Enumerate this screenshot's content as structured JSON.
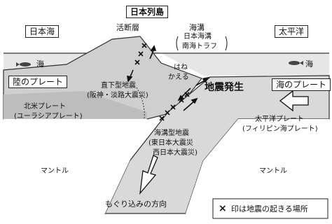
{
  "labels": {
    "japan_islands": "日本列島",
    "sea_of_japan": "日本海",
    "pacific_ocean": "太平洋",
    "active_fault": "活断層",
    "trench_title": "海溝",
    "trench_names_1": "日本海溝",
    "trench_names_2": "南海トラフ",
    "sea_left": "海",
    "sea_right": "海",
    "continental_plate": "陸のプレート",
    "oceanic_plate": "海のプレート",
    "inland_quake_1": "直下型地震",
    "inland_quake_2": "(阪神・淡路大震災)",
    "rebound_1": "はね",
    "rebound_2": "かえる",
    "earthquake_occurs": "地震発生",
    "na_plate_1": "北米プレート",
    "na_plate_2": "(ユーラシアプレート)",
    "pac_plate_1": "太平洋プレート",
    "pac_plate_2": "(フィリピン海プレート)",
    "trench_quake_1": "海溝型地震",
    "trench_quake_2": "(東日本大震災",
    "trench_quake_3": "西日本大震災)",
    "mantle_left": "マントル",
    "mantle_right": "マントル",
    "subduction_direction": "もぐり込みの方向",
    "legend_text": "印は地震の起きる場所",
    "legend_mark": "×"
  },
  "colors": {
    "sea": "#e6e6e6",
    "crust": "#cfcfcf",
    "crust_dark": "#b9b9b9",
    "slab": "#d9d9d9",
    "outline": "#333333"
  }
}
